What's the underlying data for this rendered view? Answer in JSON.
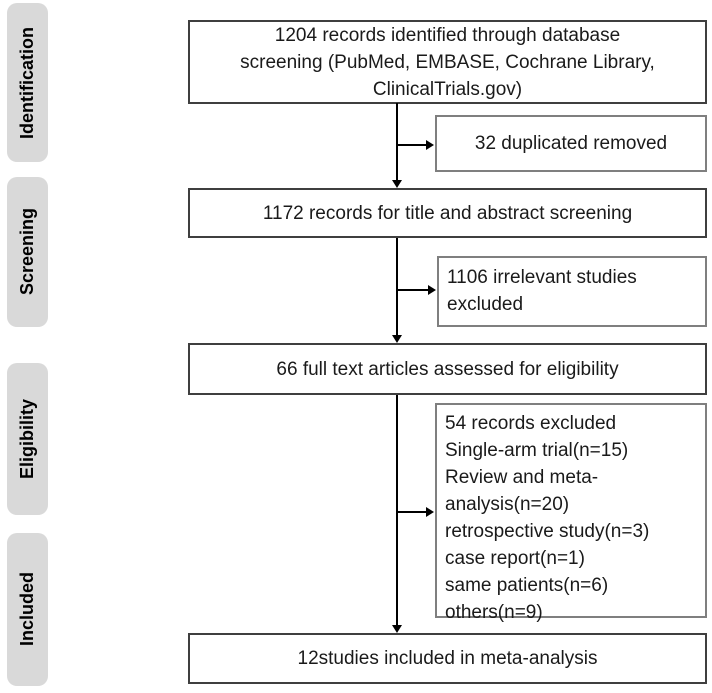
{
  "sidebar": {
    "stages": [
      {
        "label": "Identification"
      },
      {
        "label": "Screening"
      },
      {
        "label": "Eligibility"
      },
      {
        "label": "Included"
      }
    ]
  },
  "flow": {
    "identified_lines": [
      "1204 records identified through database",
      "screening (PubMed, EMBASE, Cochrane Library,",
      "ClinicalTrials.gov)"
    ],
    "duplicates_removed": "32 duplicated removed",
    "title_abstract_screening": "1172 records for title and abstract screening",
    "irrelevant_lines": [
      "1106 irrelevant studies",
      "excluded"
    ],
    "fulltext_assessed": "66 full text articles assessed for eligibility",
    "excluded_lines": [
      "54 records excluded",
      "Single-arm trial(n=15)",
      "Review and meta-",
      "analysis(n=20)",
      "retrospective study(n=3)",
      "case report(n=1)",
      "same patients(n=6)",
      "others(n=9)"
    ],
    "included_meta_analysis": "12studies included in meta-analysis"
  },
  "colors": {
    "stage_fill": "#d9d9d9",
    "main_box_border": "#3f3f3f",
    "side_box_border": "#7f7f7f",
    "line": "#000000",
    "text": "#1a1a1a"
  }
}
